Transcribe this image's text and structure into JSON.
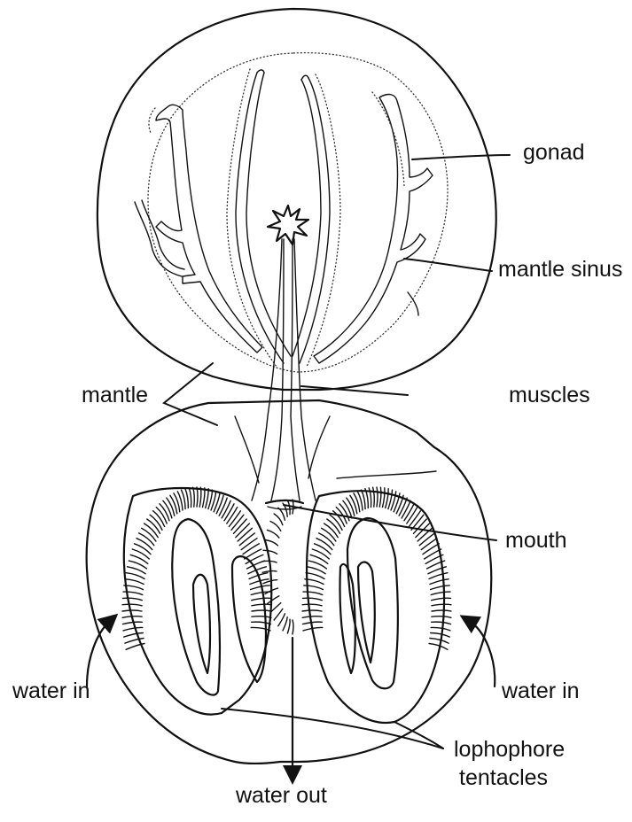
{
  "labels": {
    "gonad": "gonad",
    "mantle_sinus": "mantle sinus",
    "mantle": "mantle",
    "muscles": "muscles",
    "mouth": "mouth",
    "water_in_left": "water in",
    "water_in_right": "water in",
    "lophophore_line1": "lophophore",
    "lophophore_line2": "tentacles",
    "water_out": "water out"
  },
  "colors": {
    "ink": "#111111",
    "paper": "#ffffff"
  }
}
